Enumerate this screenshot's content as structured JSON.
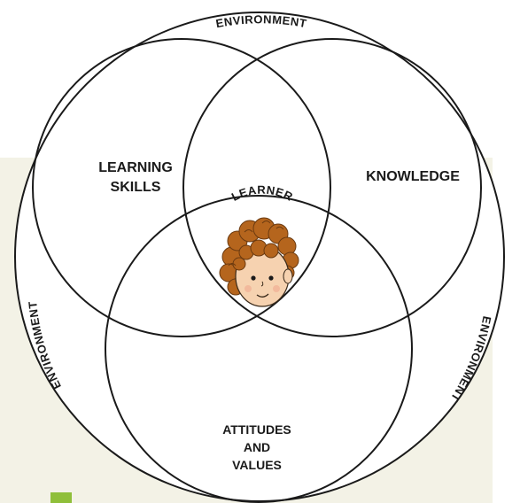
{
  "diagram": {
    "environment_label": "ENVIRONMENT",
    "learner_label": "LEARNER",
    "learning_skills_line1": "LEARNING",
    "learning_skills_line2": "SKILLS",
    "knowledge_label": "KNOWLEDGE",
    "attitudes_line1": "ATTITUDES",
    "attitudes_line2": "AND",
    "attitudes_line3": "VALUES",
    "face_icon": "child-face-icon"
  },
  "colors": {
    "panel_background": "#f3f2e6",
    "accent_green": "#8fbf3a",
    "line": "#1a1a1a",
    "hair": "#b5651d",
    "skin": "#f6d2b0"
  }
}
